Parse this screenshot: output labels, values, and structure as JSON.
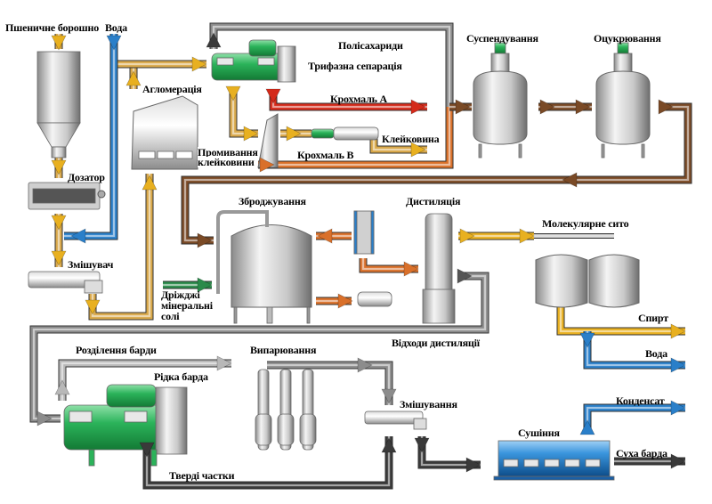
{
  "title": "Схема виробництва спирту з пшеничного борошна",
  "inputs": {
    "flour": "Пшеничне борошно",
    "water": "Вода",
    "yeast": [
      "Дріжджі",
      "мінеральні",
      "солі"
    ]
  },
  "stages": {
    "dosing": "Дозатор",
    "mixer": "Змішувач",
    "agglomeration": "Агломерація",
    "gluten_washing": [
      "Промивання",
      "клейковини"
    ],
    "three_phase": "Трифазна сепарація",
    "polysaccharides": "Полісахариди",
    "starch_a": "Крохмаль А",
    "starch_b": "Крохмаль В",
    "gluten": "Клейковина",
    "suspension": "Суспендування",
    "saccharification": "Оцукрювання",
    "fermentation": "Зброджування",
    "distillation": "Дистиляція",
    "mol_sieve": "Молекулярне сито",
    "spirit": "Спирт",
    "water_out": "Вода",
    "distill_waste": "Відходи дистиляції",
    "stillage_sep": "Розділення барди",
    "liquid_stillage": "Рідка барда",
    "evaporation": "Випарювання",
    "mixing": "Змішування",
    "solids": "Тверді частки",
    "drying": "Сушіння",
    "condensate": "Конденсат",
    "dry_stillage": "Суха барда"
  },
  "colors": {
    "flour_pipe": "#d9a84a",
    "water_pipe": "#2a7fc9",
    "starch_a_pipe": "#d42a1a",
    "mash_pipe": "#7a4a26",
    "orange_pipe": "#d9702a",
    "yeast_pipe": "#2a8a4a",
    "waste_pipe": "#8c8c8c",
    "dark_pipe": "#3a3a3a",
    "separator_green": "#2bb35a",
    "dryer_blue": "#2a7fc9"
  }
}
